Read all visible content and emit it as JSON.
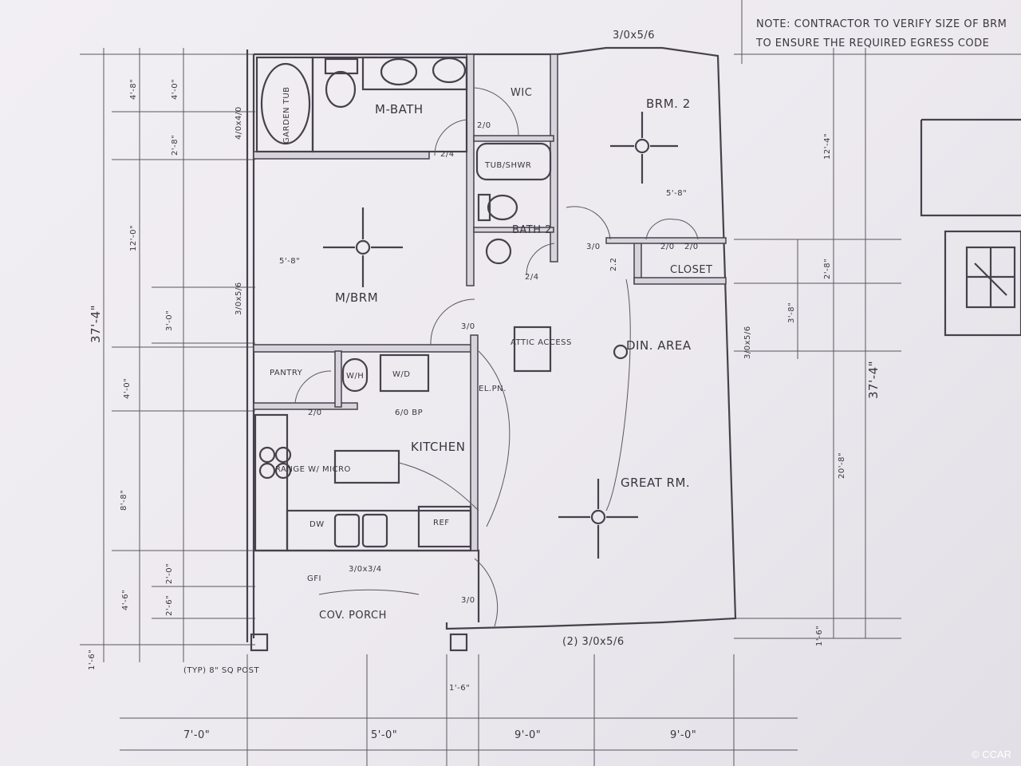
{
  "note": {
    "line1": "NOTE: CONTRACTOR TO VERIFY SIZE OF BRM",
    "line2": "TO ENSURE THE REQUIRED EGRESS CODE"
  },
  "rooms": {
    "m_bath": "M-BATH",
    "garden_tub": "GARDEN TUB",
    "wic": "WIC",
    "brm2": "BRM. 2",
    "tub_shwr": "TUB/SHWR",
    "bath2": "BATH 2",
    "m_brm": "M/BRM",
    "closet": "CLOSET",
    "attic_access": "ATTIC ACCESS",
    "din_area": "DIN. AREA",
    "pantry": "PANTRY",
    "wh": "W/H",
    "wd": "W/D",
    "kitchen": "KITCHEN",
    "range": "RANGE W/ MICRO",
    "dw": "DW",
    "ref": "REF",
    "great_rm": "GREAT RM.",
    "cov_porch": "COV. PORCH",
    "el_pn": "EL.PN.",
    "gfi": "GFI"
  },
  "openings": {
    "top_window": "3/0x5/6",
    "mbath_window": "4/0x4/0",
    "mbrm_window": "3/0x5/6",
    "din_window": "3/0x5/6",
    "kitchen_window": "3/0x3/4",
    "front_windows": "(2) 3/0x5/6",
    "door_wic": "2/0",
    "door_mbath": "2/4",
    "door_bath2": "2/4",
    "door_brm2": "3/0",
    "door_mbrm": "3/0",
    "door_closet_a": "2/0",
    "door_closet_b": "2/0",
    "door_pantry": "2/0",
    "bifold": "6/0 BP",
    "door_porch": "3/0",
    "hall_dim": "2.2",
    "post": "(TYP) 8\" SQ POST"
  },
  "dimensions": {
    "mbrm_width": "5'-8\"",
    "brm2_width": "5'-8\"",
    "left_total": "37'-4\"",
    "left_1": "4'-8\"",
    "left_2": "12'-0\"",
    "left_3": "4'-0\"",
    "left_4": "8'-8\"",
    "left_5": "4'-6\"",
    "left_6": "1'-6\"",
    "left_b1": "4'-0\"",
    "left_b2": "2'-8\"",
    "left_b3": "3'-0\"",
    "left_b4": "2'-0\"",
    "left_b5": "2'-6\"",
    "right_1": "12'-4\"",
    "right_2": "2'-8\"",
    "right_3": "3'-8\"",
    "right_4": "20'-8\"",
    "right_total": "37'-4\"",
    "right_5": "1'-6\"",
    "bottom_1": "7'-0\"",
    "bottom_2": "5'-0\"",
    "bottom_3": "9'-0\"",
    "bottom_4": "9'-0\"",
    "bottom_5": "1'-6\""
  },
  "watermark": "© CCAR"
}
